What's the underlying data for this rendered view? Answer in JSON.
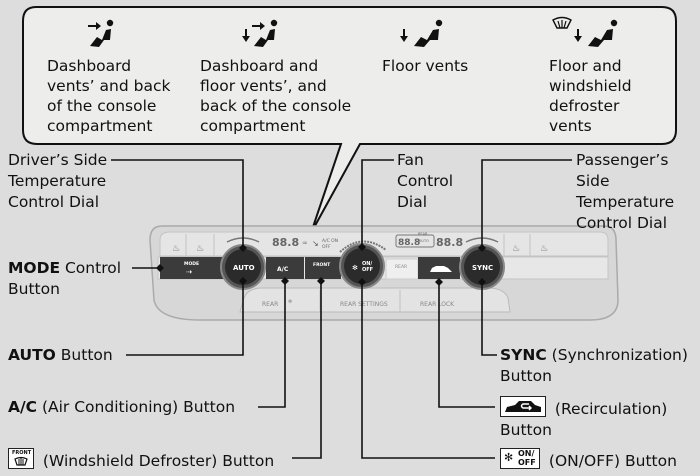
{
  "bubble": {
    "modes": [
      {
        "icon": "dashboard-vent-icon",
        "text": "Dashboard vents’ and back of the console compartment",
        "lines": [
          "Dashboard",
          "vents’ and back",
          "of the console",
          "compartment"
        ]
      },
      {
        "icon": "dashboard-floor-vent-icon",
        "text": "Dashboard and floor vents’, and back of the console compartment",
        "lines": [
          "Dashboard and",
          "floor vents’, and",
          "back of the console",
          "compartment"
        ]
      },
      {
        "icon": "floor-vent-icon",
        "text": "Floor vents",
        "lines": [
          "Floor vents"
        ]
      },
      {
        "icon": "floor-defroster-vent-icon",
        "text": "Floor and windshield defroster vents",
        "lines": [
          "Floor and",
          "windshield",
          "defroster",
          "vents"
        ]
      }
    ]
  },
  "labels": {
    "driver_dial": [
      "Driver’s Side",
      "Temperature",
      "Control Dial"
    ],
    "mode": {
      "bold": "MODE",
      "rest": " Control",
      "line2": "Button"
    },
    "auto": {
      "bold": "AUTO",
      "rest": " Button"
    },
    "ac": {
      "bold": "A/C",
      "rest": " (Air Conditioning) Button"
    },
    "defroster": {
      "rest": " (Windshield Defroster) Button",
      "icon_text": "FRONT"
    },
    "fan_dial": [
      "Fan",
      "Control",
      "Dial"
    ],
    "passenger_dial": [
      "Passenger’s",
      "Side",
      "Temperature",
      "Control Dial"
    ],
    "sync": {
      "bold": "SYNC",
      "rest": " (Synchronization)",
      "line2": "Button"
    },
    "recirc": {
      "rest": " (Recirculation)",
      "line2": "Button"
    },
    "onoff": {
      "rest": " (ON/OFF) Button",
      "icon_text_top": "ON/",
      "icon_text_bottom": "OFF"
    }
  },
  "panel": {
    "display_left": "88.8",
    "display_right": "88.8",
    "display_rear": "88.8",
    "ac_status_on": "A/C ON",
    "ac_status_off": "OFF",
    "rear_label": "REAR",
    "auto_small": "AUTO",
    "buttons": {
      "mode": "MODE",
      "auto": "AUTO",
      "ac": "A/C",
      "front": "FRONT",
      "fan_on": "ON/",
      "fan_off": "OFF",
      "rear_defrost": "REAR",
      "sync": "SYNC",
      "rear_onoff": "REAR",
      "rear_settings": "REAR SETTINGS",
      "rear_lock": "REAR LOCK"
    }
  },
  "colors": {
    "background": "#dcdddc",
    "bubble_fill": "#ededec",
    "panel_body": "#d2d3d2",
    "button_dark": "#3a3a3a",
    "dial": "#2b2b2b"
  }
}
